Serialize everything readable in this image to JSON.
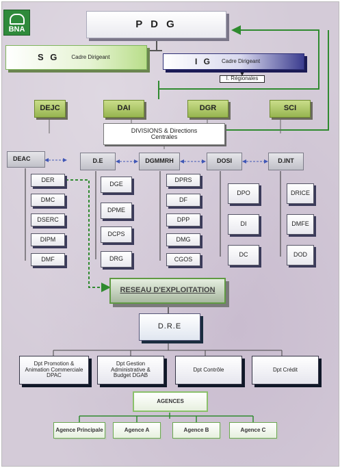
{
  "logo": {
    "text": "BNA",
    "icon": "bna-logo-icon",
    "color": "#2f8a3b"
  },
  "top": {
    "pdg": "P D G",
    "sg": "S G",
    "sg_sub": "Cadre Dirigeant",
    "ig": "I G",
    "ig_sub": "Cadre Dirigeant",
    "ireg": "I. Régionales"
  },
  "level2": [
    "DEJC",
    "DAI",
    "DGR",
    "SCI"
  ],
  "divisions": "DIVISIONS  &  Directions Centrales",
  "groups": [
    {
      "head": "DEAC",
      "children": [
        "DER",
        "DMC",
        "DSERC",
        "DIPM",
        "DMF"
      ]
    },
    {
      "head": "D.E",
      "children": [
        "DGE",
        "DPME",
        "DCPS",
        "DRG"
      ]
    },
    {
      "head": "DGMMRH",
      "children": [
        "DPRS",
        "DF",
        "DPP",
        "DMG",
        "CGOS"
      ]
    },
    {
      "head": "DOSI",
      "children": [
        "DPO",
        "DI",
        "DC"
      ]
    },
    {
      "head": "D.INT",
      "children": [
        "DRICE",
        "DMFE",
        "DOD"
      ]
    }
  ],
  "reseau": "RESEAU D'EXPLOITATION",
  "dre": "D.R.E",
  "departments": [
    "Dpt Promotion & Animation Commerciale DPAC",
    "Dpt Gestion Administrative & Budget DGAB",
    "Dpt Contrôle",
    "Dpt Crédit"
  ],
  "agences": "AGENCES",
  "agencies": [
    "Agence Principale",
    "Agence A",
    "Agence B",
    "Agence C"
  ],
  "colors": {
    "green_line": "#2f8a2f",
    "blue_arrow": "#4057b5",
    "olive": "#97b550"
  }
}
